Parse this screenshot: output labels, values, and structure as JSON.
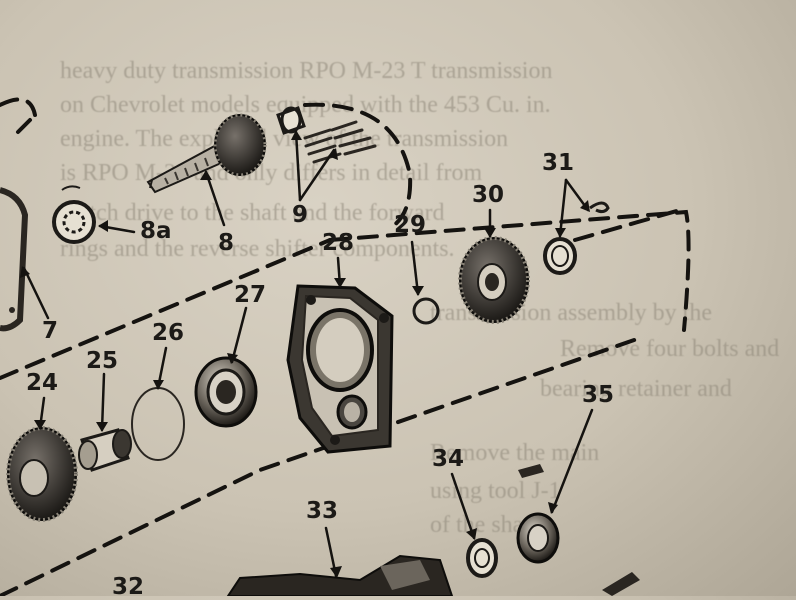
{
  "background_text": [
    "heavy duty transmission RPO M-23 T transmission",
    "on Chevrolet models equipped with the 453 Cu. in.",
    "engine. The exploded view of the transmission",
    "is RPO M-23 and only differs in detail from",
    "clutch drive to the shaft and the forward",
    "rings and the reverse shifter components.",
    "transmission assembly by the",
    "Remove four bolts and",
    "bearing retainer and",
    "Remove the main",
    "using tool J-1",
    "of the shaft"
  ],
  "callouts": {
    "c8a": "8a",
    "c8": "8",
    "c9": "9",
    "c7": "7",
    "c28": "28",
    "c29": "29",
    "c30": "30",
    "c31": "31",
    "c27": "27",
    "c26": "26",
    "c25": "25",
    "c24": "24",
    "c35": "35",
    "c34": "34",
    "c33": "33",
    "c32": "32"
  }
}
